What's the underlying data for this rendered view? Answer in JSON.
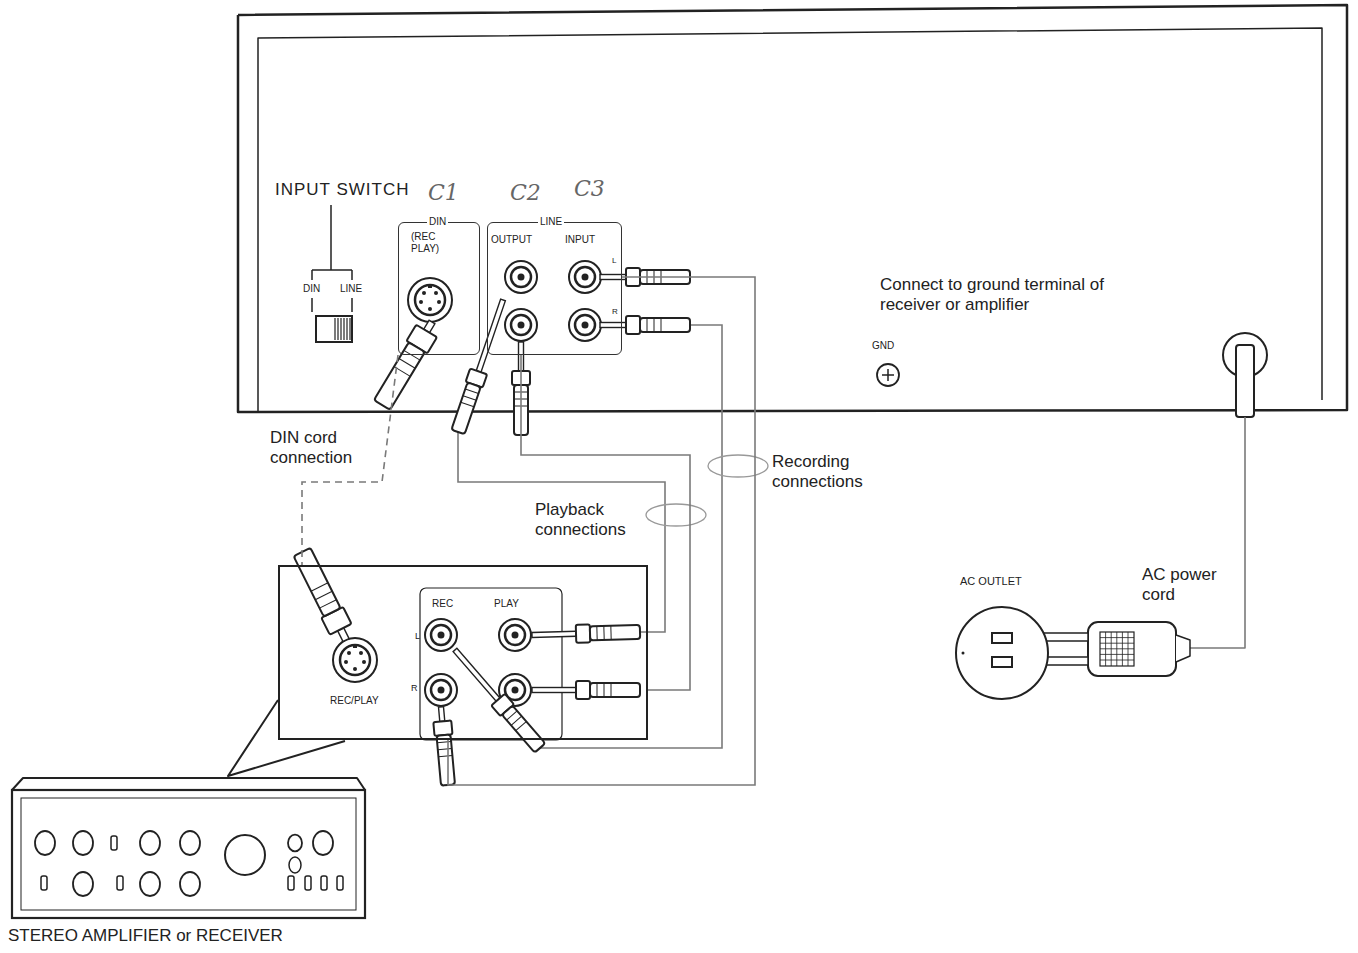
{
  "diagram": {
    "nodes": [
      {
        "text": [
          "DIN",
          "(REC PLAY)"
        ]
      },
      {
        "text": [
          "LINE",
          "OUTPUT",
          "INPUT",
          "L",
          "R"
        ]
      },
      {
        "text": [
          "REC",
          "PLAY",
          "L",
          "R",
          "REC/PLAY"
        ]
      },
      {
        "text": [
          "STEREO AMPLIFIER or RECEIVER"
        ]
      },
      {
        "text": [
          "AC OUTLET"
        ]
      }
    ],
    "edges": [
      {
        "from": 0,
        "to": 2,
        "arrow": "none",
        "label": "DIN cord connection"
      },
      {
        "from": 1,
        "to": 2,
        "arrow": "none",
        "label": "Playback connections"
      },
      {
        "from": 2,
        "to": 1,
        "arrow": "none",
        "label": "Recording connections"
      }
    ],
    "labels": [
      "INPUT SWITCH",
      "C1",
      "C2",
      "C3",
      "DIN",
      "LINE",
      "Connect to ground terminal of receiver or amplifier",
      "GND",
      "AC power cord"
    ]
  }
}
